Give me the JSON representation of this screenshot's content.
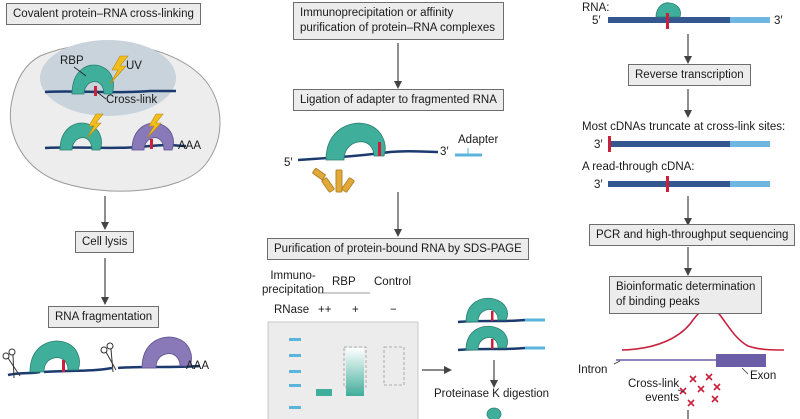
{
  "steps": {
    "crosslinking": "Covalent protein–RNA cross-linking",
    "cell_lysis": "Cell lysis",
    "rna_fragmentation": "RNA fragmentation",
    "immunoprecipitation_line1": "Immunoprecipitation or affinity",
    "immunoprecipitation_line2": "purification of protein–RNA complexes",
    "adapter_ligation": "Ligation of adapter to fragmented RNA",
    "sds_page": "Purification of protein-bound RNA by SDS-PAGE",
    "reverse_transcription": "Reverse transcription",
    "pcr_sequencing": "PCR and high-throughput sequencing",
    "bioinformatics_line1": "Bioinformatic determination",
    "bioinformatics_line2": "of binding peaks"
  },
  "labels": {
    "rbp": "RBP",
    "uv": "UV",
    "cross_link": "Cross-link",
    "poly_a": "AAA",
    "five_prime": "5′",
    "three_prime": "3′",
    "adapter": "Adapter",
    "immuno_line1": "Immuno-",
    "immuno_line2": "precipitation",
    "rbp_column": "RBP",
    "control_column": "Control",
    "rnase": "RNase",
    "rnase_double": "++",
    "rnase_single": "+",
    "rnase_none": "−",
    "proteinase_k": "Proteinase K digestion",
    "rna": "RNA:",
    "truncated_cdnas": "Most cDNAs truncate at cross-link sites:",
    "readthrough_cdna": "A read-through cDNA:",
    "intron": "Intron",
    "exon": "Exon",
    "crosslink_events_line1": "Cross-link",
    "crosslink_events_line2": "events"
  },
  "colors": {
    "rna_strand": "#1b3a6e",
    "rna_dark_segment": "#34578f",
    "rna_light_segment": "#6fb7e0",
    "rbp_green": "#3fae9b",
    "protein_purple": "#8a79b8",
    "crosslink_red": "#c8203d",
    "uv_yellow": "#f2bd1d",
    "antibody_gold": "#e0a93a",
    "adapter_blue": "#5ab4dc",
    "cell_fill": "#ededed",
    "nucleus_fill": "#c9d3dc",
    "box_fill": "#ececec",
    "arrow": "#444444",
    "peak_curve": "#c8203d",
    "exon_bar": "#6c5ea6",
    "crosslink_x": "#c8203d"
  }
}
